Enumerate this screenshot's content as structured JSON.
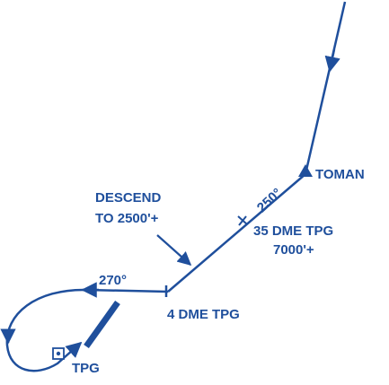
{
  "colors": {
    "route": "#1f4f9c",
    "background": "#ffffff"
  },
  "labels": {
    "waypoint": "TOMAN",
    "course_outbound": "250°",
    "course_turn": "270°",
    "fix_35": "35 DME TPG",
    "alt_35": "7000'+",
    "descend_1": "DESCEND",
    "descend_2": "TO 2500'+",
    "fix_4": "4 DME TPG",
    "vor": "TPG"
  },
  "icons": {
    "waypoint": "triangle-fix-icon",
    "vor": "vor-station-icon",
    "runway": "runway-icon"
  }
}
